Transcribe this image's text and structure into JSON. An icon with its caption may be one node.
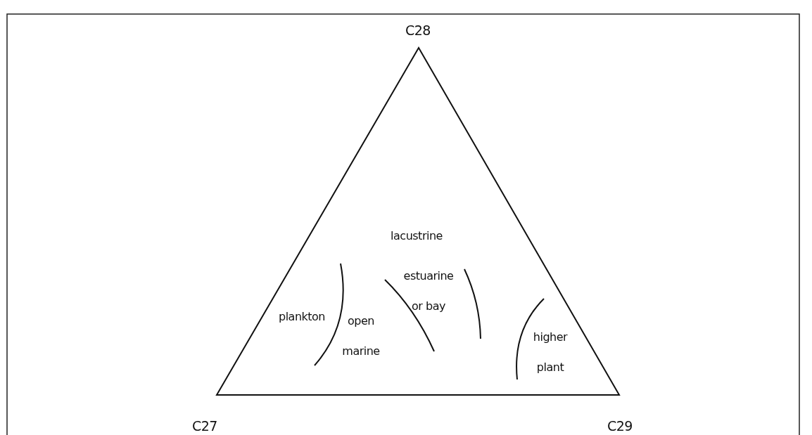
{
  "diagram": {
    "labels": [
      "C28",
      "lacustrine",
      "estuarine or bay",
      "plankton",
      "open marine",
      "higher plant",
      "C27",
      "C29"
    ]
  }
}
